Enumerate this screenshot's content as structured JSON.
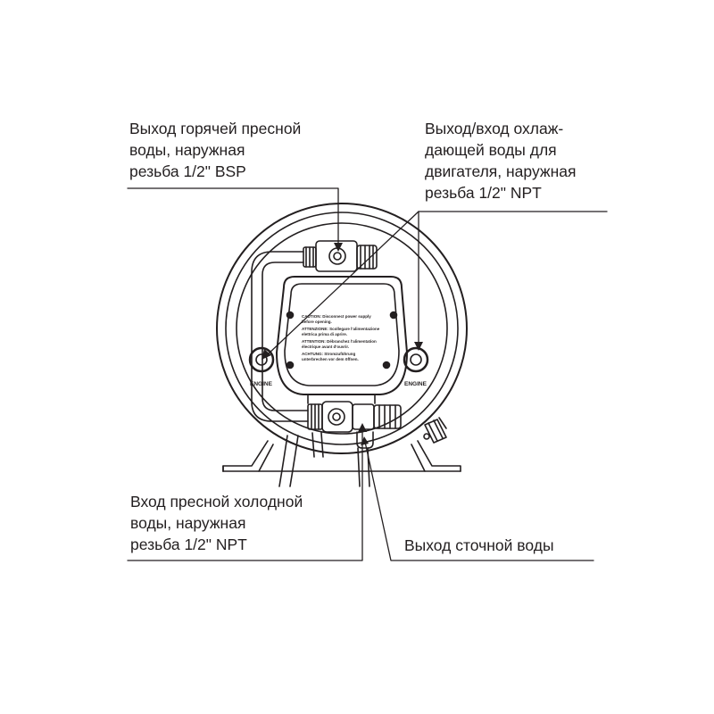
{
  "callouts": {
    "hot_outlet": "Выход горячей пресной\nводы, наружная\nрезьба 1/2\" BSP",
    "engine_loop": "Выход/вход охлаж-\nдающей воды для\nдвигателя, наружная\nрезьба 1/2\" NPT",
    "cold_inlet": "Вход пресной холодной\nводы, наружная\nрезьба 1/2\" NPT",
    "drain": "Выход сточной воды"
  },
  "panel": {
    "engine_left": "ENGINE",
    "engine_right": "ENGINE",
    "warning_lines": [
      "CAUTION: Disconnect power supply",
      "before opening.",
      "ATTENZIONE: Scollegare l'alimentazione",
      "elettrica prima di aprire.",
      "ATTENTION: Débranchez l'alimentation",
      "électrique avant d'ouvrir.",
      "ACHTUNG: Stromzuführung",
      "unterbrechen vor dem öffnen."
    ]
  },
  "colors": {
    "line": "#231f20",
    "background": "#ffffff"
  }
}
